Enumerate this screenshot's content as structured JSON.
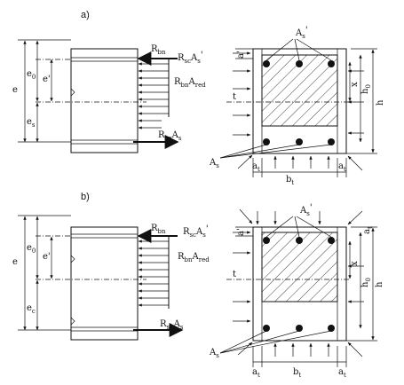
{
  "panels": {
    "a": {
      "label": "a)",
      "e": "e",
      "e0": "e",
      "e0_sub": "0",
      "e_prime": "e'",
      "es": "e",
      "es_sub": "s",
      "rbn": "R",
      "rbn_sub": "bn",
      "rsc": "R",
      "rsc_sub": "sc",
      "rsc_rest": "A",
      "rsc_rest_sub": "s",
      "rsc_prime": "'",
      "rbn_red": "R",
      "rbn_red_sub": "bn",
      "rbn_red_rest": "A",
      "rbn_red_rest_sub": "red",
      "rsn": "R",
      "rsn_sub": "sn",
      "rsn_rest": "A",
      "rsn_rest_sub": "s",
      "as_prime": "A",
      "as_prime_sub": "s",
      "as_prime_mark": "'",
      "a_prime": "a'",
      "t": "t",
      "x": "x",
      "h0": "h",
      "h0_sub": "0",
      "h": "h",
      "as": "A",
      "as_sub": "s",
      "at_left": "a",
      "at_left_sub": "t",
      "bt": "b",
      "bt_sub": "t",
      "at_right": "a",
      "at_right_sub": "t"
    },
    "b": {
      "label": "b)",
      "e": "e",
      "e0": "e",
      "e0_sub": "0",
      "e_prime": "e'",
      "ec": "e",
      "ec_sub": "c",
      "rbn": "R",
      "rbn_sub": "bn",
      "rsc": "R",
      "rsc_sub": "sc",
      "rsc_rest": "A",
      "rsc_rest_sub": "s",
      "rsc_prime": "'",
      "rbn_red": "R",
      "rbn_red_sub": "bn",
      "rbn_red_rest": "A",
      "rbn_red_rest_sub": "red",
      "rsn": "R",
      "rsn_sub": "sn",
      "rsn_rest": "A",
      "rsn_rest_sub": "s",
      "as_prime": "A",
      "as_prime_sub": "s",
      "as_prime_mark": "'",
      "a_prime": "a'",
      "at_top": "a",
      "at_top_sub": "t",
      "t": "t",
      "x": "x",
      "h0": "h",
      "h0_sub": "0",
      "h": "h",
      "as": "A",
      "as_sub": "s",
      "at_left": "a",
      "at_left_sub": "t",
      "bt": "b",
      "bt_sub": "t",
      "at_right": "a",
      "at_right_sub": "t"
    }
  }
}
